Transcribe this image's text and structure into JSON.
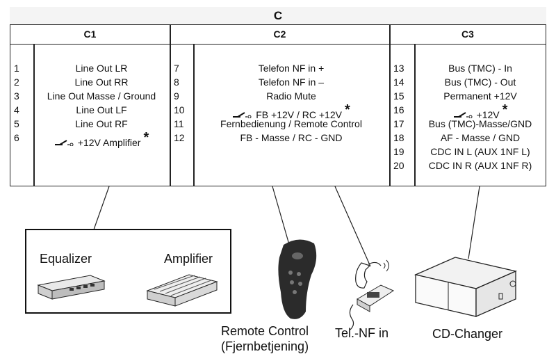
{
  "header": {
    "title": "C"
  },
  "columns": [
    {
      "label": "C1",
      "rows": [
        {
          "num": "1",
          "label": "Line Out LR",
          "switch": false,
          "star": false
        },
        {
          "num": "2",
          "label": "Line Out RR",
          "switch": false,
          "star": false
        },
        {
          "num": "3",
          "label": "Line Out Masse / Ground",
          "switch": false,
          "star": false
        },
        {
          "num": "4",
          "label": "Line Out LF",
          "switch": false,
          "star": false
        },
        {
          "num": "5",
          "label": "Line Out RF",
          "switch": false,
          "star": false
        },
        {
          "num": "6",
          "label": "+12V Amplifier",
          "switch": true,
          "star": true
        }
      ]
    },
    {
      "label": "C2",
      "rows": [
        {
          "num": "7",
          "label": "Telefon NF  in +",
          "switch": false,
          "star": false
        },
        {
          "num": "8",
          "label": "Telefon NF in –",
          "switch": false,
          "star": false
        },
        {
          "num": "9",
          "label": "Radio Mute",
          "switch": false,
          "star": false
        },
        {
          "num": "10",
          "label": "FB +12V  / RC +12V",
          "switch": true,
          "star": true
        },
        {
          "num": "11",
          "label": "Fernbedienung / Remote Control",
          "switch": false,
          "star": false
        },
        {
          "num": "12",
          "label": "FB - Masse / RC - GND",
          "switch": false,
          "star": false
        }
      ]
    },
    {
      "label": "C3",
      "rows": [
        {
          "num": "13",
          "label": "Bus (TMC) - In",
          "switch": false,
          "star": false
        },
        {
          "num": "14",
          "label": "Bus (TMC) - Out",
          "switch": false,
          "star": false
        },
        {
          "num": "15",
          "label": "Permanent +12V",
          "switch": false,
          "star": false
        },
        {
          "num": "16",
          "label": "+12V",
          "switch": true,
          "star": true
        },
        {
          "num": "17",
          "label": "Bus (TMC)-Masse/GND",
          "switch": false,
          "star": false
        },
        {
          "num": "18",
          "label": "AF  - Masse / GND",
          "switch": false,
          "star": false
        },
        {
          "num": "19",
          "label": "CDC IN L (AUX 1NF L)",
          "switch": false,
          "star": false
        },
        {
          "num": "20",
          "label": "CDC IN R (AUX 1NF R)",
          "switch": false,
          "star": false
        }
      ]
    }
  ],
  "star_symbol": "*",
  "devices": {
    "equalizer": "Equalizer",
    "amplifier": "Amplifier",
    "remote_line1": "Remote Control",
    "remote_line2": "(Fjernbetjening)",
    "phone": "Tel.-NF in",
    "cd_changer": "CD-Changer"
  }
}
